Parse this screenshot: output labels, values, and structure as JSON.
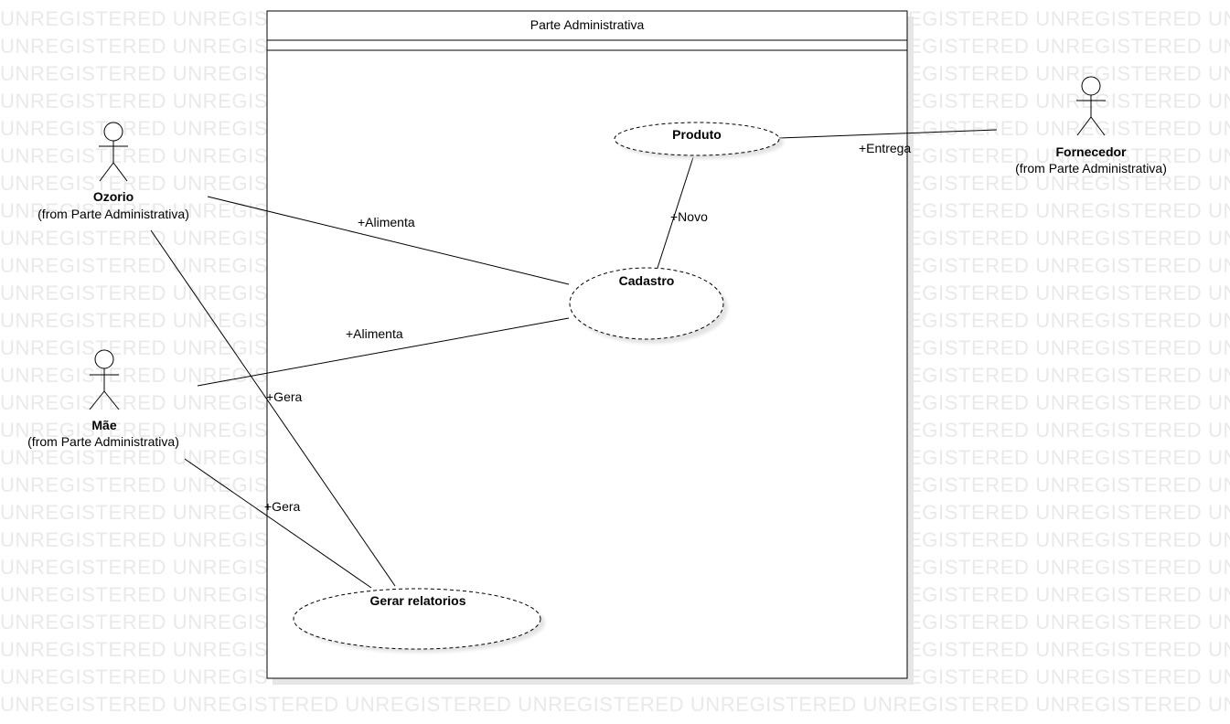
{
  "watermark": {
    "text": "UNREGISTERED"
  },
  "system_boundary": {
    "title": "Parte Administrativa"
  },
  "actors": {
    "ozorio": {
      "name": "Ozorio",
      "origin": "(from Parte Administrativa)"
    },
    "mae": {
      "name": "Mãe",
      "origin": "(from Parte Administrativa)"
    },
    "fornecedor": {
      "name": "Fornecedor",
      "origin": "(from Parte Administrativa)"
    }
  },
  "use_cases": {
    "produto": {
      "label": "Produto"
    },
    "cadastro": {
      "label": "Cadastro"
    },
    "gerar_relatorios": {
      "label": "Gerar relatorios"
    }
  },
  "associations": {
    "ozorio_cadastro": {
      "label": "+Alimenta"
    },
    "mae_cadastro": {
      "label": "+Alimenta"
    },
    "ozorio_relatorios": {
      "label": "+Gera"
    },
    "mae_relatorios": {
      "label": "+Gera"
    },
    "cadastro_produto": {
      "label": "+Novo"
    },
    "fornecedor_produto": {
      "label": "+Entrega"
    }
  }
}
